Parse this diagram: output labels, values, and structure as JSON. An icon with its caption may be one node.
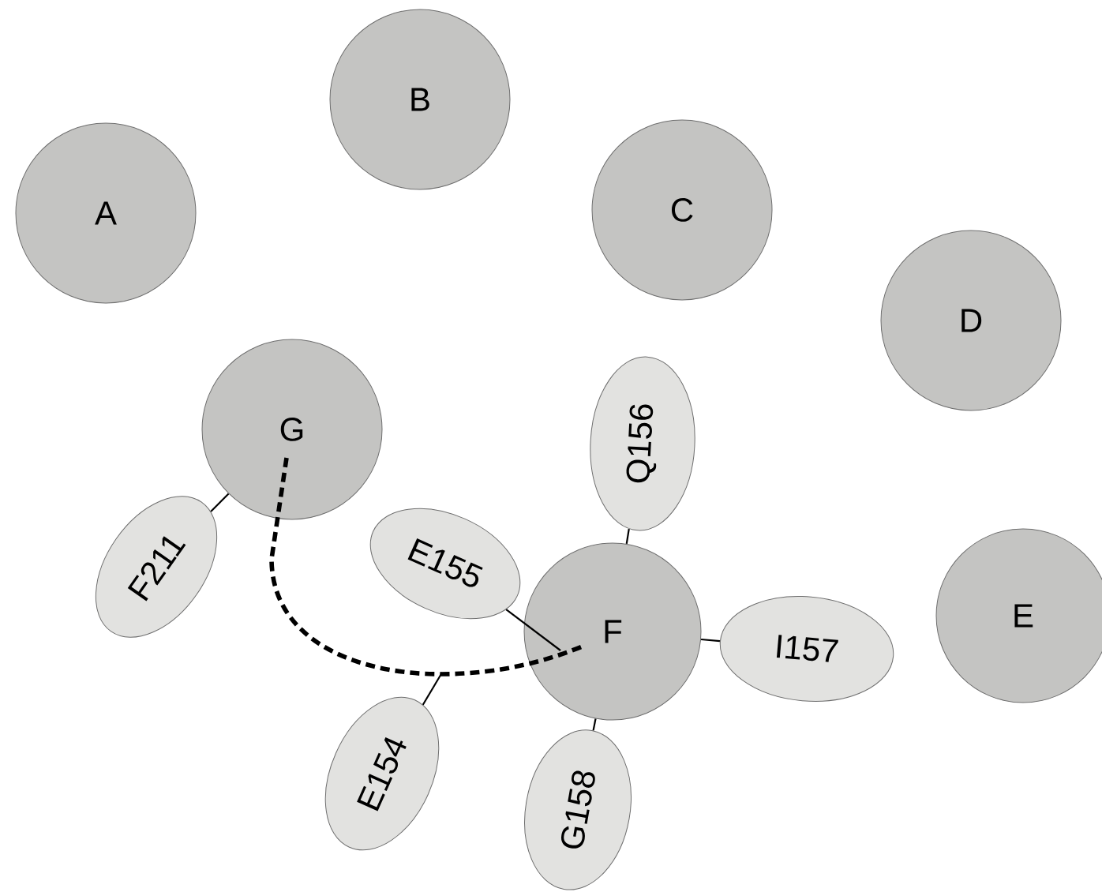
{
  "diagram": {
    "nodes": [
      {
        "text": [
          "A"
        ]
      },
      {
        "text": [
          "B"
        ]
      },
      {
        "text": [
          "C"
        ]
      },
      {
        "text": [
          "D"
        ]
      },
      {
        "text": [
          "E"
        ]
      },
      {
        "text": [
          "G"
        ]
      },
      {
        "text": [
          "F"
        ]
      },
      {
        "text": [
          "F211"
        ]
      },
      {
        "text": [
          "E155"
        ]
      },
      {
        "text": [
          "Q156"
        ]
      },
      {
        "text": [
          "I157"
        ]
      },
      {
        "text": [
          "G158"
        ]
      },
      {
        "text": [
          "E154"
        ]
      }
    ],
    "edges": [
      {
        "from": 5,
        "to": 6,
        "arrow": "none",
        "style": "dashed"
      },
      {
        "from": 7,
        "to": 5,
        "arrow": "none"
      },
      {
        "from": 8,
        "to": 6,
        "arrow": "none"
      },
      {
        "from": 9,
        "to": 6,
        "arrow": "none"
      },
      {
        "from": 10,
        "to": 6,
        "arrow": "none"
      },
      {
        "from": 11,
        "to": 6,
        "arrow": "none"
      },
      {
        "from": 12,
        "to": null,
        "arrow": "none"
      }
    ]
  }
}
